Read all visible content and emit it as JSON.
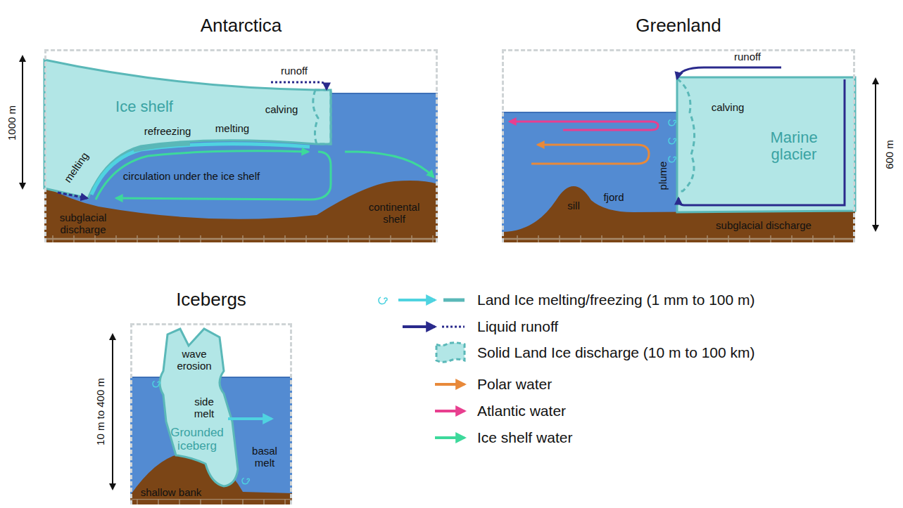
{
  "diagram": {
    "nodes": [
      {
        "text": [
          "Antarctica"
        ]
      },
      {
        "text": [
          "Greenland"
        ]
      },
      {
        "text": [
          "Icebergs"
        ]
      }
    ],
    "labels": [
      "1000 m",
      "runoff",
      "Ice shelf",
      "calving",
      "refreezing",
      "melting",
      "melting",
      "circulation under the ice shelf",
      "continental shelf",
      "subglacial discharge",
      "runoff",
      "calving",
      "plume",
      "Marine glacier",
      "600 m",
      "sill",
      "fjord",
      "subglacial discharge",
      "10 m to 400 m",
      "wave erosion",
      "side melt",
      "Grounded iceberg",
      "basal melt",
      "shallow bank"
    ],
    "legend": [
      {
        "text": "Land Ice melting/freezing (1 mm to 100 m)"
      },
      {
        "text": "Liquid runoff"
      },
      {
        "text": "Solid Land Ice discharge (10 m to 100 km)"
      },
      {
        "text": "Polar water"
      },
      {
        "text": "Atlantic water"
      },
      {
        "text": "Ice shelf water"
      }
    ]
  }
}
